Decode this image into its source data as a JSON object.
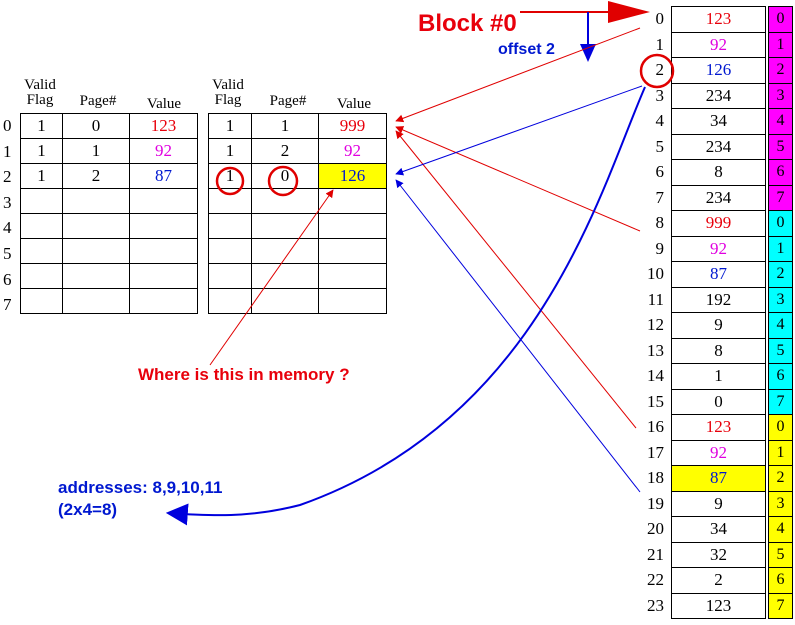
{
  "colors": {
    "red": "#e8000b",
    "magenta": "#e000e0",
    "blue": "#0018d0",
    "black": "#000000",
    "highlight_yellow": "#ffff00",
    "block_magenta": "#ff00ff",
    "block_cyan": "#00ffff",
    "block_yellow": "#ffff00",
    "arrow_red": "#e00000",
    "arrow_blue": "#0000dd"
  },
  "labels": {
    "block": "Block #0",
    "offset": "offset 2",
    "question": "Where is this in memory ?",
    "addresses": "addresses: 8,9,10,11",
    "calc": "(2x4=8)"
  },
  "headers": {
    "valid_1": "Valid",
    "valid_2": "Flag",
    "page": "Page#",
    "value": "Value"
  },
  "table_indices": [
    "0",
    "1",
    "2",
    "3",
    "4",
    "5",
    "6",
    "7"
  ],
  "table1": {
    "rows": [
      {
        "flag": "1",
        "page": "0",
        "value": "123",
        "color": "red"
      },
      {
        "flag": "1",
        "page": "1",
        "value": "92",
        "color": "magenta"
      },
      {
        "flag": "1",
        "page": "2",
        "value": "87",
        "color": "blue"
      },
      {
        "flag": "",
        "page": "",
        "value": "",
        "color": "black"
      },
      {
        "flag": "",
        "page": "",
        "value": "",
        "color": "black"
      },
      {
        "flag": "",
        "page": "",
        "value": "",
        "color": "black"
      },
      {
        "flag": "",
        "page": "",
        "value": "",
        "color": "black"
      },
      {
        "flag": "",
        "page": "",
        "value": "",
        "color": "black"
      }
    ]
  },
  "table2": {
    "rows": [
      {
        "flag": "1",
        "page": "1",
        "value": "999",
        "color": "red"
      },
      {
        "flag": "1",
        "page": "2",
        "value": "92",
        "color": "magenta"
      },
      {
        "flag": "1",
        "page": "0",
        "value": "126",
        "color": "blue",
        "highlight": true
      },
      {
        "flag": "",
        "page": "",
        "value": "",
        "color": "black"
      },
      {
        "flag": "",
        "page": "",
        "value": "",
        "color": "black"
      },
      {
        "flag": "",
        "page": "",
        "value": "",
        "color": "black"
      },
      {
        "flag": "",
        "page": "",
        "value": "",
        "color": "black"
      },
      {
        "flag": "",
        "page": "",
        "value": "",
        "color": "black"
      }
    ]
  },
  "memory": [
    {
      "addr": "0",
      "value": "123",
      "color": "red"
    },
    {
      "addr": "1",
      "value": "92",
      "color": "magenta"
    },
    {
      "addr": "2",
      "value": "126",
      "color": "blue"
    },
    {
      "addr": "3",
      "value": "234",
      "color": "black"
    },
    {
      "addr": "4",
      "value": "34",
      "color": "black"
    },
    {
      "addr": "5",
      "value": "234",
      "color": "black"
    },
    {
      "addr": "6",
      "value": "8",
      "color": "black"
    },
    {
      "addr": "7",
      "value": "234",
      "color": "black"
    },
    {
      "addr": "8",
      "value": "999",
      "color": "red"
    },
    {
      "addr": "9",
      "value": "92",
      "color": "magenta"
    },
    {
      "addr": "10",
      "value": "87",
      "color": "blue"
    },
    {
      "addr": "11",
      "value": "192",
      "color": "black"
    },
    {
      "addr": "12",
      "value": "9",
      "color": "black"
    },
    {
      "addr": "13",
      "value": "8",
      "color": "black"
    },
    {
      "addr": "14",
      "value": "1",
      "color": "black"
    },
    {
      "addr": "15",
      "value": "0",
      "color": "black"
    },
    {
      "addr": "16",
      "value": "123",
      "color": "red"
    },
    {
      "addr": "17",
      "value": "92",
      "color": "magenta"
    },
    {
      "addr": "18",
      "value": "87",
      "color": "blue",
      "highlight": true
    },
    {
      "addr": "19",
      "value": "9",
      "color": "black"
    },
    {
      "addr": "20",
      "value": "34",
      "color": "black"
    },
    {
      "addr": "21",
      "value": "32",
      "color": "black"
    },
    {
      "addr": "22",
      "value": "2",
      "color": "black"
    },
    {
      "addr": "23",
      "value": "123",
      "color": "black"
    }
  ],
  "block_offsets": [
    {
      "label": "0",
      "block": 0
    },
    {
      "label": "1",
      "block": 0
    },
    {
      "label": "2",
      "block": 0
    },
    {
      "label": "3",
      "block": 0
    },
    {
      "label": "4",
      "block": 0
    },
    {
      "label": "5",
      "block": 0
    },
    {
      "label": "6",
      "block": 0
    },
    {
      "label": "7",
      "block": 0
    },
    {
      "label": "0",
      "block": 1
    },
    {
      "label": "1",
      "block": 1
    },
    {
      "label": "2",
      "block": 1
    },
    {
      "label": "3",
      "block": 1
    },
    {
      "label": "4",
      "block": 1
    },
    {
      "label": "5",
      "block": 1
    },
    {
      "label": "6",
      "block": 1
    },
    {
      "label": "7",
      "block": 1
    },
    {
      "label": "0",
      "block": 2
    },
    {
      "label": "1",
      "block": 2
    },
    {
      "label": "2",
      "block": 2
    },
    {
      "label": "3",
      "block": 2
    },
    {
      "label": "4",
      "block": 2
    },
    {
      "label": "5",
      "block": 2
    },
    {
      "label": "6",
      "block": 2
    },
    {
      "label": "7",
      "block": 2
    }
  ]
}
